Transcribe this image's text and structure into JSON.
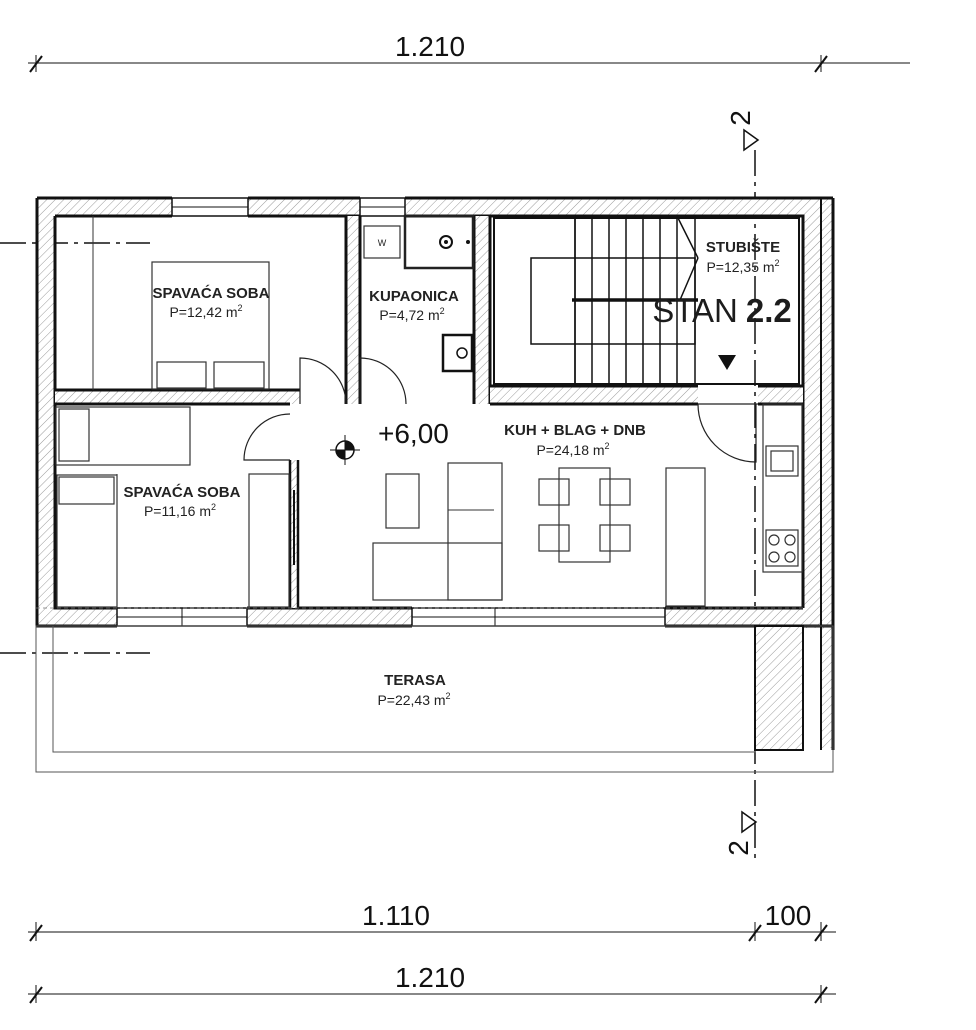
{
  "dimensions": {
    "top": "1.210",
    "bottom_left": "1.110",
    "bottom_right": "100",
    "bottom_total": "1.210"
  },
  "rooms": [
    {
      "name": "SPAVAĆA SOBA",
      "area": "P=12,42 m",
      "unit_sup": "2"
    },
    {
      "name": "KUPAONICA",
      "area": "P=4,72 m",
      "unit_sup": "2"
    },
    {
      "name": "STUBIŠTE",
      "area": "P=12,35 m",
      "unit_sup": "2"
    },
    {
      "name": "KUH + BLAG + DNB",
      "area": "P=24,18 m",
      "unit_sup": "2"
    },
    {
      "name": "SPAVAĆA SOBA",
      "area": "P=11,16 m",
      "unit_sup": "2"
    },
    {
      "name": "TERASA",
      "area": "P=22,43 m",
      "unit_sup": "2"
    }
  ],
  "apartment_label": {
    "text": "STAN",
    "number": "2.2"
  },
  "level_mark": "+6,00",
  "section_marker": "2",
  "washing_machine_label": "W",
  "colors": {
    "lines": "#111111",
    "hatch": "#9a9a9a",
    "background": "#ffffff"
  }
}
